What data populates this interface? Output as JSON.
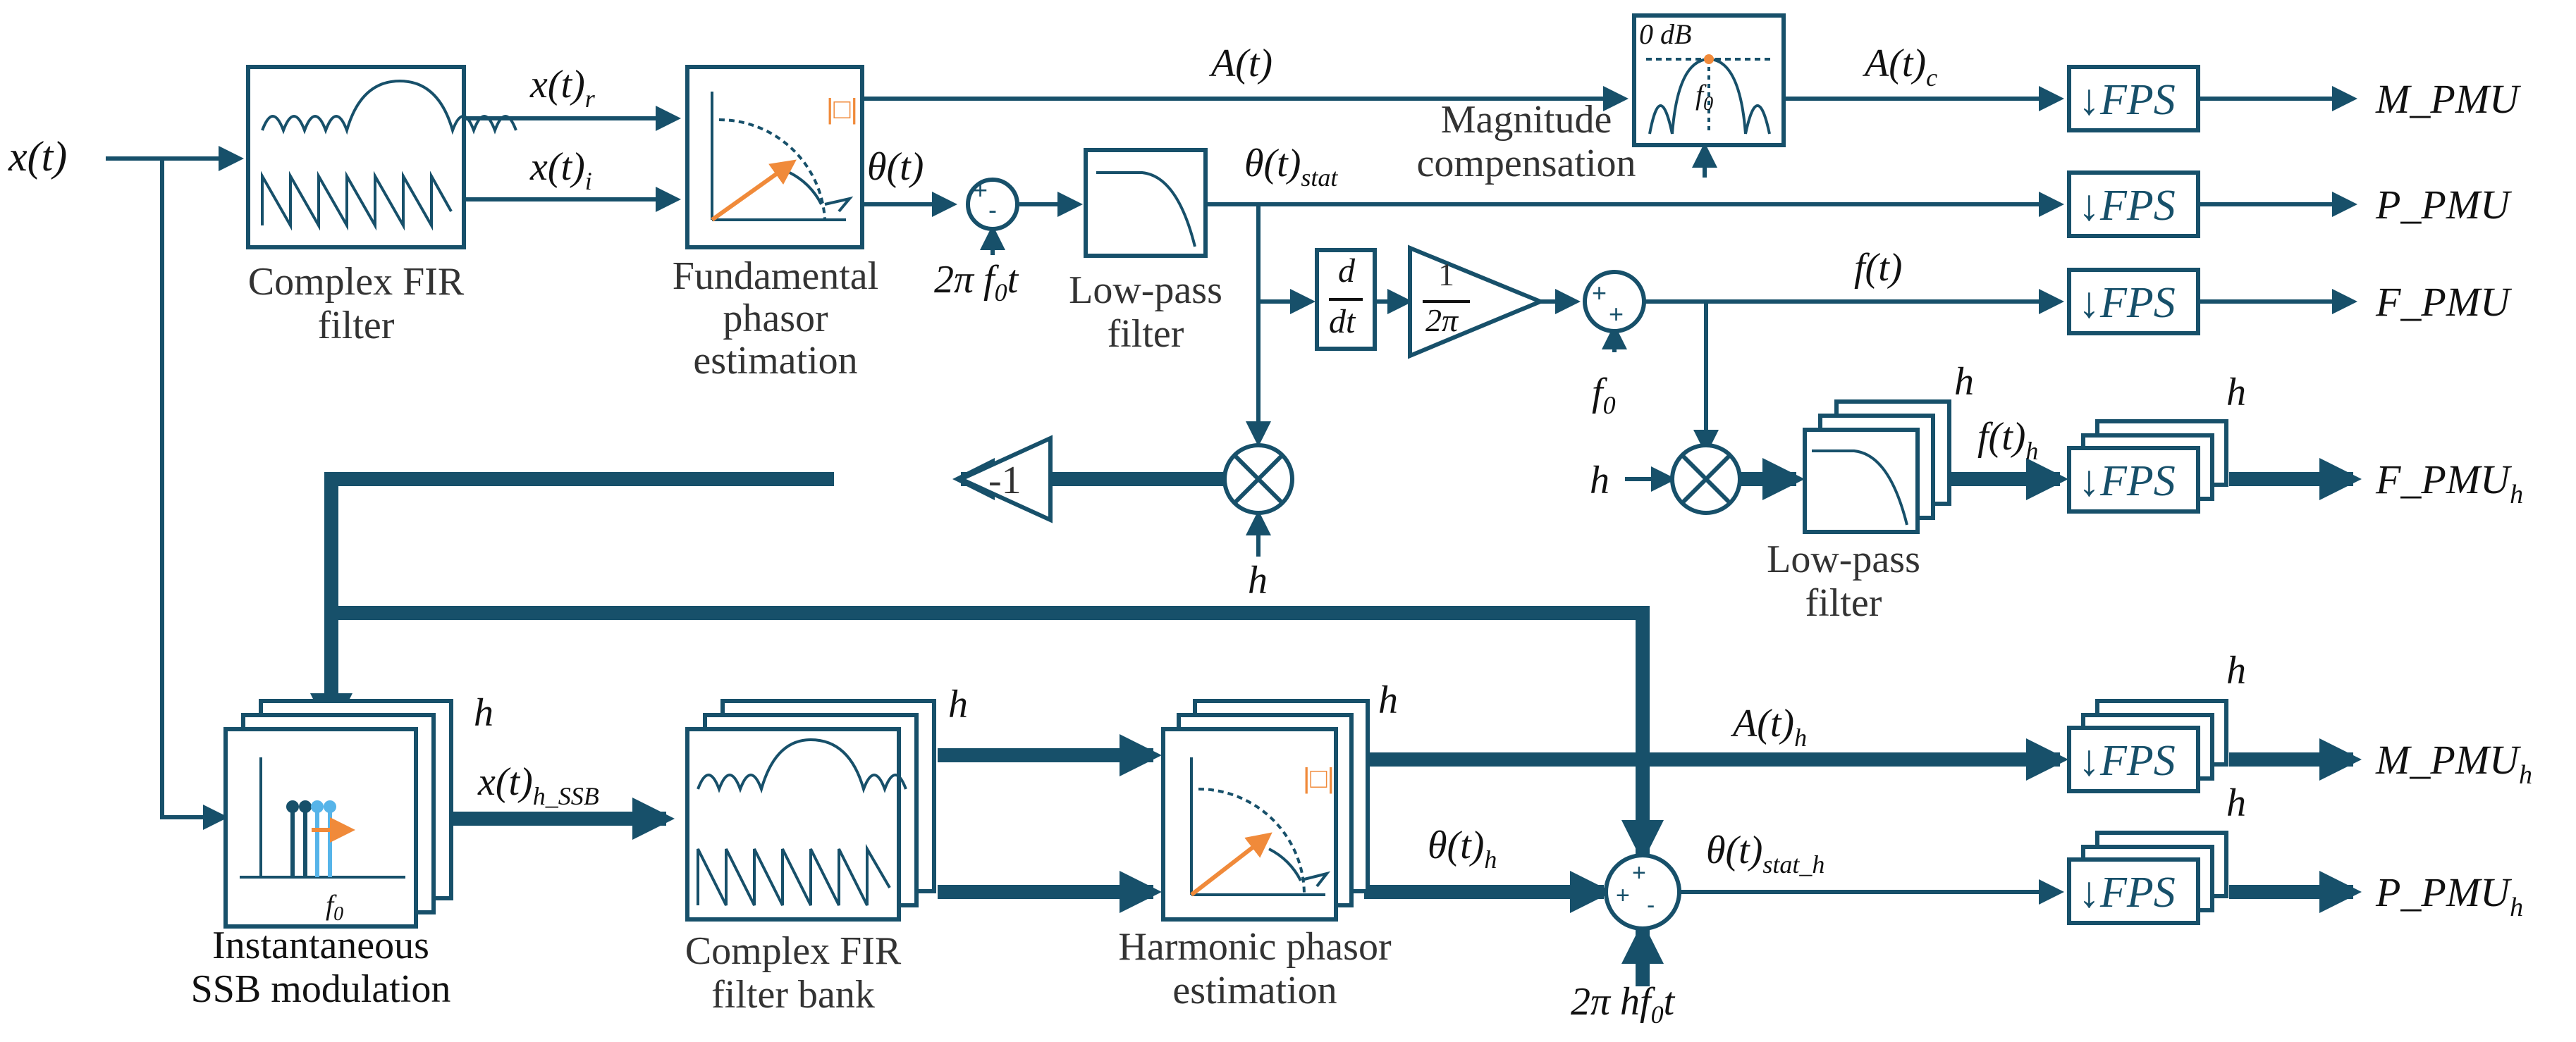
{
  "inputs": {
    "x": "x(t)",
    "f0": "f",
    "f0_sub": "0",
    "h": "h",
    "twopi_f0t": "2π f",
    "twopi_f0t_tail": "t",
    "twopi_hf0t": "2π hf",
    "twopi_hf0t_tail": "t"
  },
  "signals": {
    "xr": "x(t)",
    "xr_sub": "r",
    "xi": "x(t)",
    "xi_sub": "i",
    "A": "A(t)",
    "Ac": "A(t)",
    "Ac_sub": "c",
    "theta": "θ(t)",
    "theta_stat": "θ(t)",
    "theta_stat_sub": "stat",
    "f": "f(t)",
    "fh": "f(t)",
    "fh_sub": "h",
    "x_ssb": "x(t)",
    "x_ssb_sub": "h_SSB",
    "Ah": "A(t)",
    "Ah_sub": "h",
    "theta_h": "θ(t)",
    "theta_h_sub": "h",
    "theta_stat_h": "θ(t)",
    "theta_stat_h_sub": "stat_h"
  },
  "blocks": {
    "complex_fir": [
      "Complex FIR",
      "filter"
    ],
    "fundamental": [
      "Fundamental",
      "phasor",
      "estimation"
    ],
    "lowpass1": [
      "Low-pass",
      "filter"
    ],
    "magnitude": [
      "Magnitude",
      "compensation"
    ],
    "mag_zero_db": "0 dB",
    "mag_f0": "f",
    "lowpass2": [
      "Low-pass",
      "filter"
    ],
    "ssb": [
      "Instantaneous",
      "SSB modulation"
    ],
    "ssb_f0": "f",
    "fir_bank": [
      "Complex FIR",
      "filter bank"
    ],
    "harmonic": [
      "Harmonic phasor",
      "estimation"
    ],
    "gain_neg1": "-1",
    "deriv_num": "d",
    "deriv_den": "dt",
    "gain_num": "1",
    "gain_den": "2π",
    "fps": "↓FPS",
    "phasor_abs": "|□|"
  },
  "outputs": {
    "m_pmu": "M_PMU",
    "p_pmu": "P_PMU",
    "f_pmu": "F_PMU",
    "f_pmu_h": "F_PMU",
    "m_pmu_h": "M_PMU",
    "p_pmu_h": "P_PMU",
    "h_sub": "h"
  },
  "stack_labels": {
    "h": "h"
  },
  "colors": {
    "line": "#17506a",
    "accent": "#f08a3a",
    "light_blue": "#56b4e9"
  }
}
